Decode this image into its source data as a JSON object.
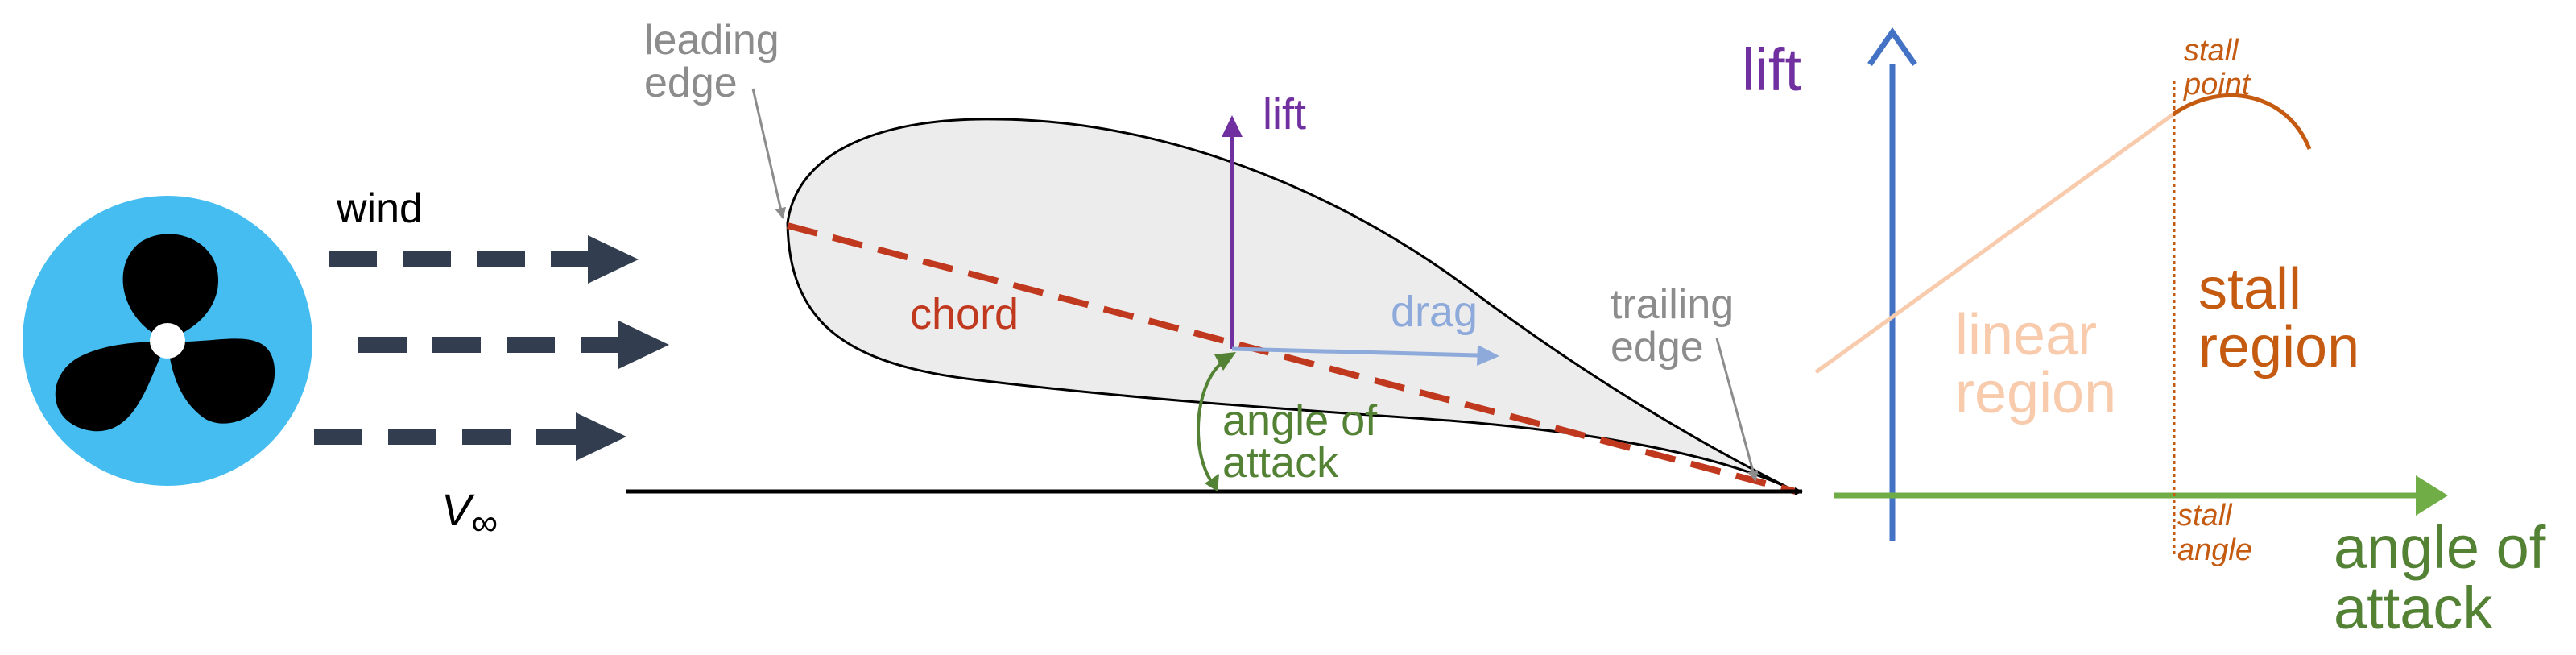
{
  "fan": {
    "label": "wind",
    "velocity_symbol": "V",
    "velocity_subscript": "∞"
  },
  "airfoil": {
    "leading_edge": [
      "leading",
      "edge"
    ],
    "trailing_edge": [
      "trailing",
      "edge"
    ],
    "chord": "chord",
    "lift": "lift",
    "drag": "drag",
    "angle_of_attack": [
      "angle of",
      "attack"
    ]
  },
  "graph": {
    "y_axis_label": "lift",
    "x_axis_label": [
      "angle of",
      "attack"
    ],
    "linear_region": [
      "linear",
      "region"
    ],
    "stall_region": [
      "stall",
      "region"
    ],
    "stall_point": [
      "stall",
      "point"
    ],
    "stall_angle": [
      "stall",
      "angle"
    ]
  },
  "colors": {
    "fan_disk": "#45bdf0",
    "fan_blades": "#000000",
    "wind_arrows": "#323e4f",
    "airfoil_fill": "#ececec",
    "chord": "#c0391f",
    "lift": "#7030a0",
    "drag": "#8eaadb",
    "angle": "#548235",
    "y_axis": "#4472c4",
    "x_axis": "#70ad47",
    "stall": "#c55a11",
    "linear": "#f8cbad",
    "annotation": "#8c8c8c"
  }
}
